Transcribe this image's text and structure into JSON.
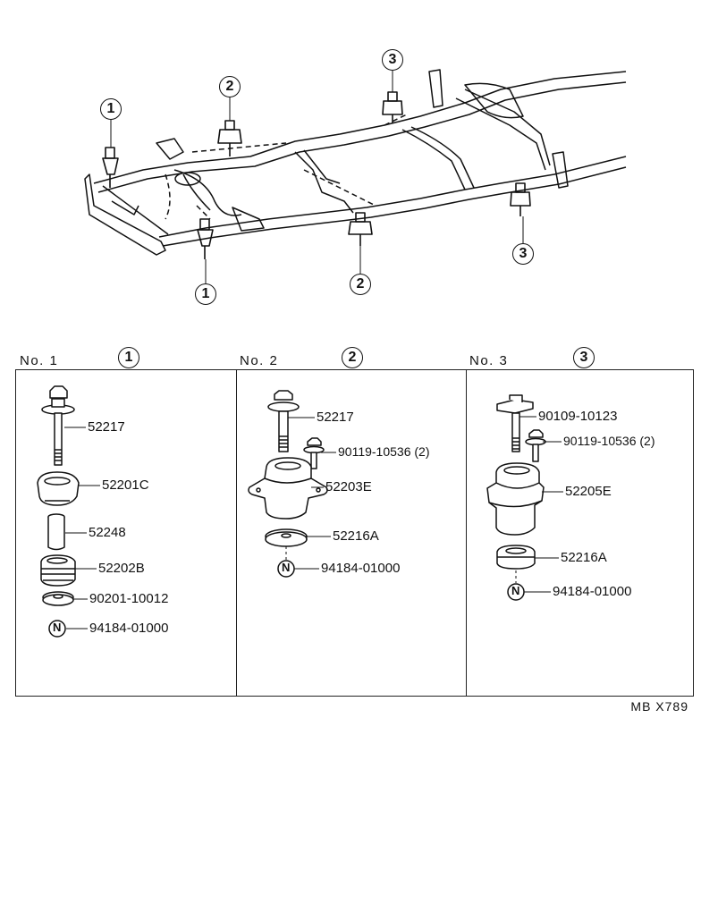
{
  "frame_callouts": [
    "1",
    "2",
    "3",
    "1",
    "2",
    "3"
  ],
  "panels": [
    {
      "title": "No. 1",
      "callout": "1",
      "parts": [
        "52217",
        "52201C",
        "52248",
        "52202B",
        "90201-10012",
        "94184-01000"
      ]
    },
    {
      "title": "No. 2",
      "callout": "2",
      "parts": [
        "52217",
        "90119-10536 (2)",
        "52203E",
        "52216A",
        "94184-01000"
      ]
    },
    {
      "title": "No. 3",
      "callout": "3",
      "parts": [
        "90109-10123",
        "90119-10536 (2)",
        "52205E",
        "52216A",
        "94184-01000"
      ]
    }
  ],
  "nut_symbol": "N",
  "figure_code": "MB X789"
}
